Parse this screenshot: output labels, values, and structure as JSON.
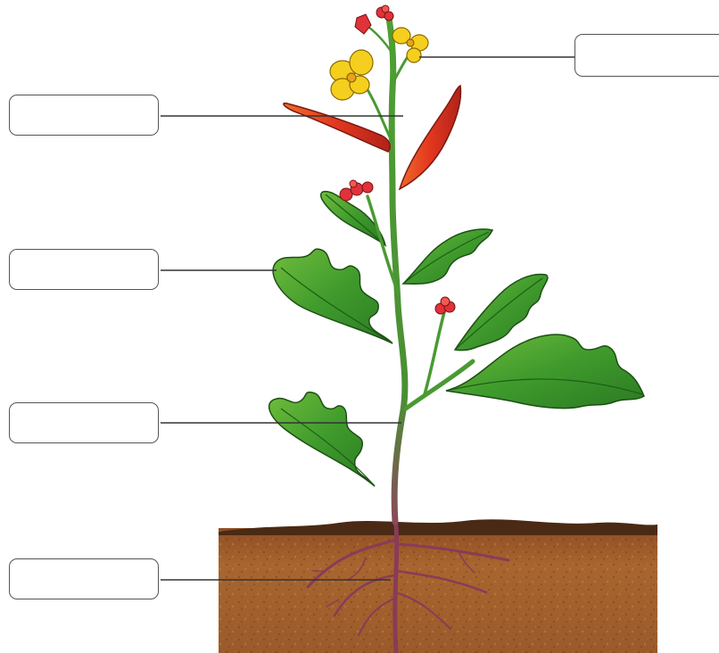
{
  "diagram": {
    "label_boxes": [
      {
        "id": "fruit",
        "text": ""
      },
      {
        "id": "leaf",
        "text": ""
      },
      {
        "id": "stem",
        "text": ""
      },
      {
        "id": "root",
        "text": ""
      },
      {
        "id": "flower",
        "text": ""
      }
    ]
  },
  "colors": {
    "leaf": "#3f9a2c",
    "leaf_vein": "#1d5e16",
    "stem": "#3e8a2c",
    "petal": "#f5cf1e",
    "pod": "#e2371f",
    "bud": "#e0323a",
    "soil": "#a35f2e",
    "soil_top": "#4a2a14",
    "root": "#8a3b58"
  }
}
